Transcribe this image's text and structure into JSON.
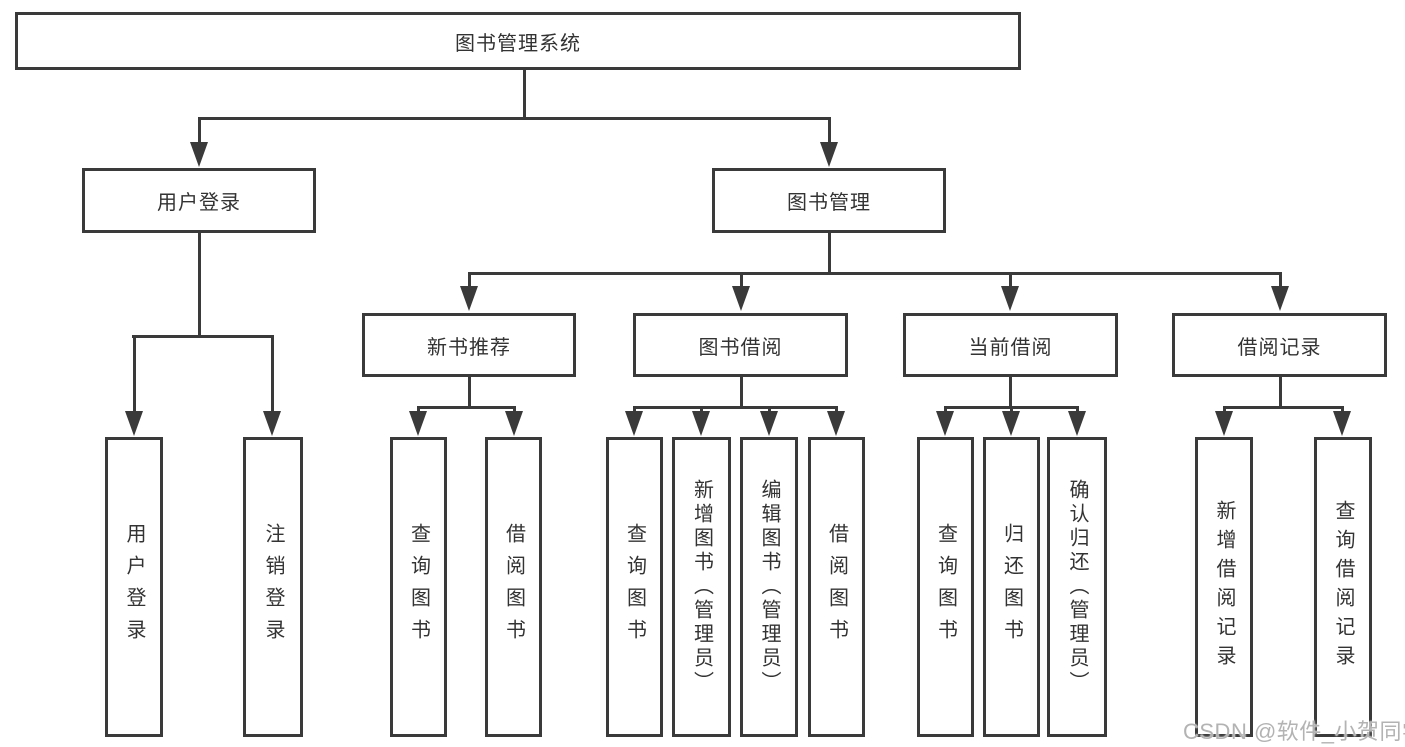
{
  "diagram": {
    "root": {
      "label": "图书管理系统"
    },
    "user_login": {
      "label": "用户登录",
      "children": [
        {
          "label": "用户登录"
        },
        {
          "label": "注销登录"
        }
      ]
    },
    "book_mgmt": {
      "label": "图书管理",
      "sections": [
        {
          "label": "新书推荐",
          "children": [
            {
              "label": "查询图书"
            },
            {
              "label": "借阅图书"
            }
          ]
        },
        {
          "label": "图书借阅",
          "children": [
            {
              "label": "查询图书"
            },
            {
              "label": "新增图书（管理员）"
            },
            {
              "label": "编辑图书（管理员）"
            },
            {
              "label": "借阅图书"
            }
          ]
        },
        {
          "label": "当前借阅",
          "children": [
            {
              "label": "查询图书"
            },
            {
              "label": "归还图书"
            },
            {
              "label": "确认归还（管理员）"
            }
          ]
        },
        {
          "label": "借阅记录",
          "children": [
            {
              "label": "新增借阅记录"
            },
            {
              "label": "查询借阅记录"
            }
          ]
        }
      ]
    }
  },
  "watermark": {
    "text": "CSDN @软件_小贺同学"
  },
  "colors": {
    "line": "#3a3a3a",
    "box_border": "#3a3a3a",
    "text": "#333333",
    "background": "#ffffff",
    "watermark": "#b3b3b3"
  }
}
